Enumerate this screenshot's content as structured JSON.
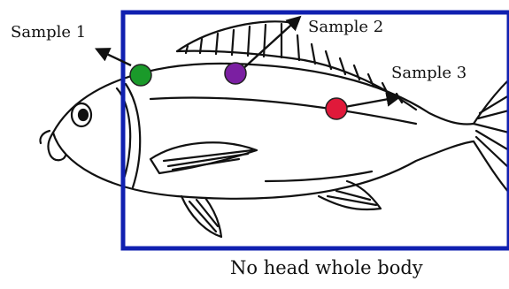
{
  "samples": [
    {
      "label": "Sample 1",
      "color": "#1a9a2a"
    },
    {
      "label": "Sample 2",
      "color": "#7b1fa2"
    },
    {
      "label": "Sample 3",
      "color": "#e0193a"
    }
  ],
  "caption": "No head whole body",
  "frame_color": "#1020b0",
  "icons": {
    "fish": "fish-illustration",
    "arrow": "arrow-pointer"
  }
}
